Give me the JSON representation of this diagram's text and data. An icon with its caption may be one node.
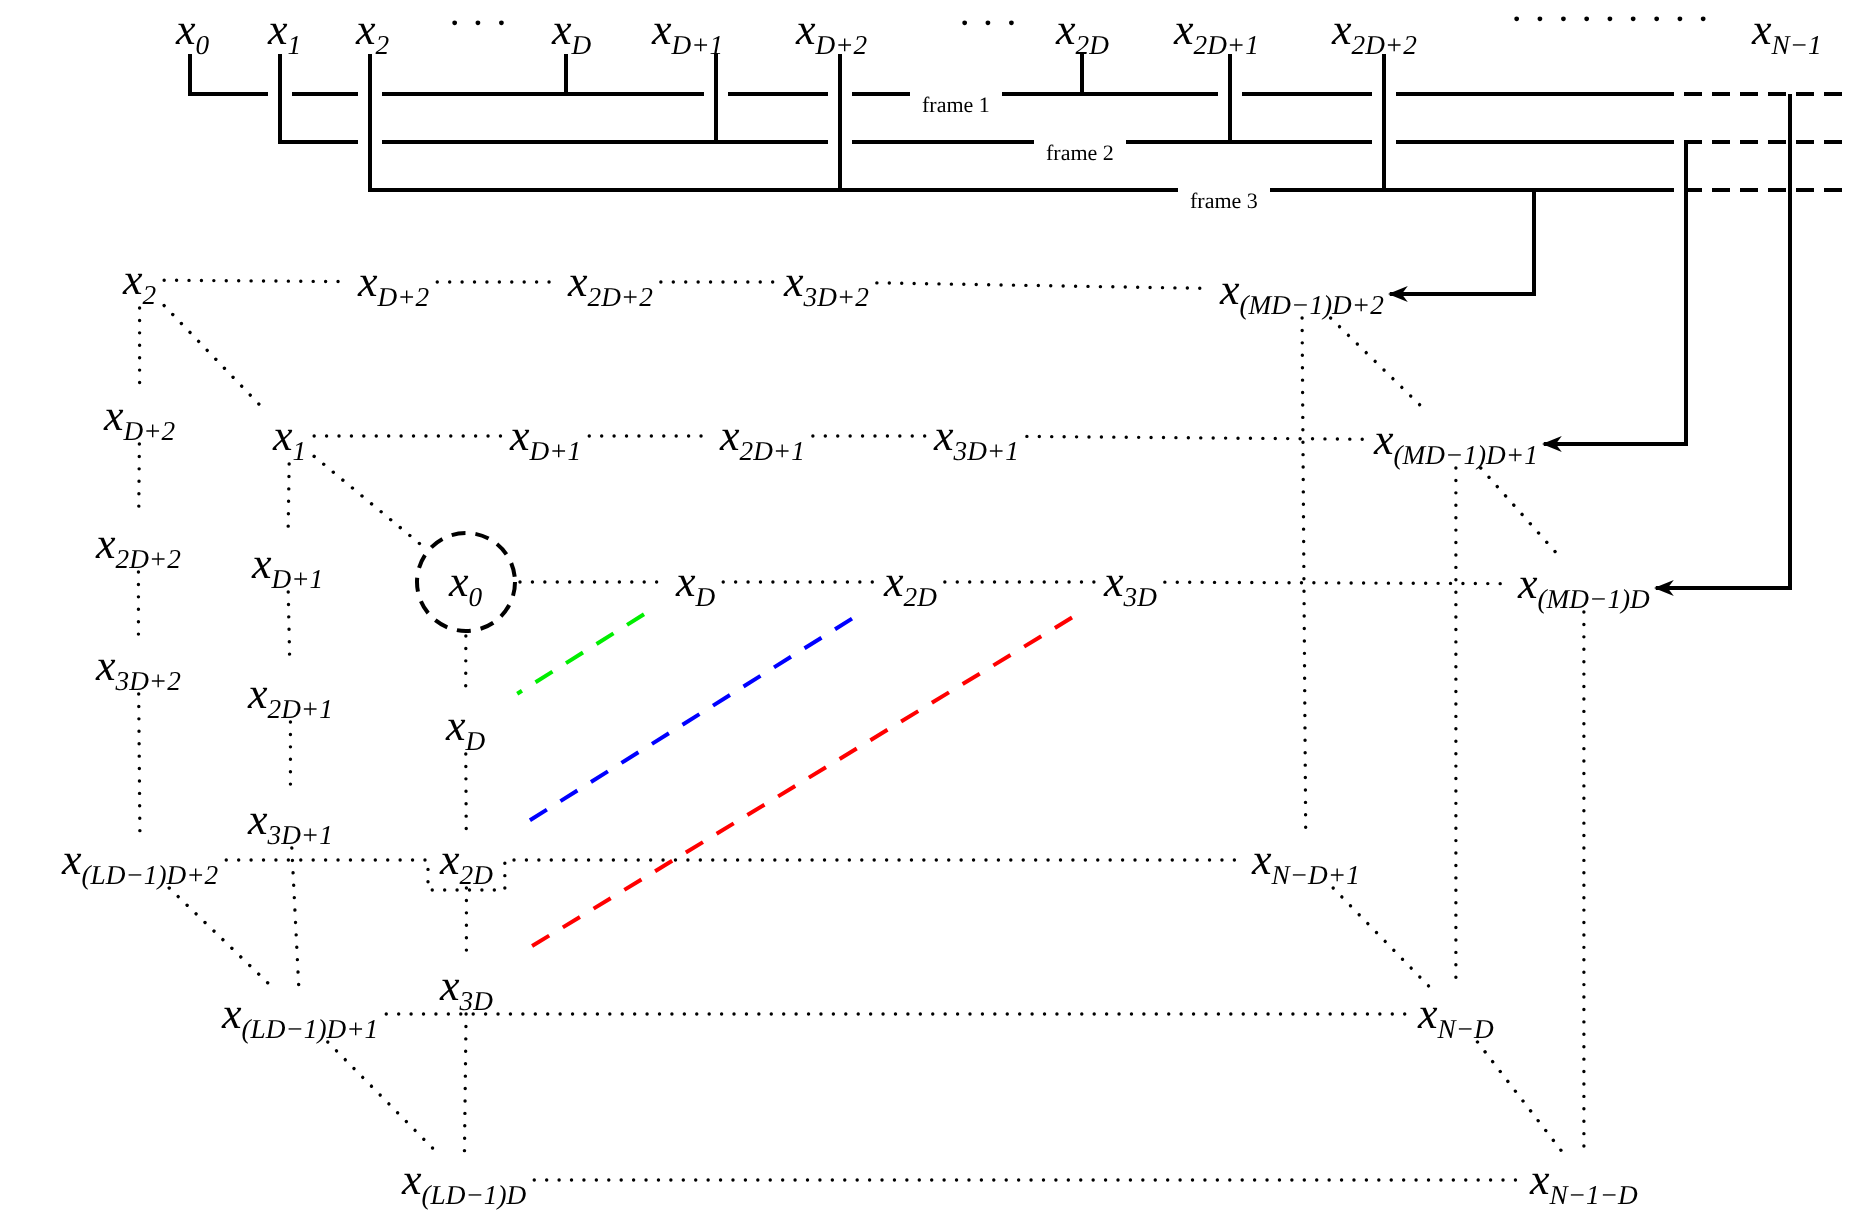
{
  "diagram": {
    "nodes": [
      {
        "text": [
          "x$_{0}$"
        ]
      },
      {
        "text": [
          "x$_{1}$"
        ]
      },
      {
        "text": [
          "x$_{2}$"
        ]
      },
      {
        "text": [
          "x$_{D}$"
        ]
      },
      {
        "text": [
          "x$_{D+1}$"
        ]
      },
      {
        "text": [
          "x$_{D+2}$"
        ]
      },
      {
        "text": [
          "x$_{2D}$"
        ]
      },
      {
        "text": [
          "x$_{2D+1}$"
        ]
      },
      {
        "text": [
          "x$_{2D+2}$"
        ]
      },
      {
        "text": [
          "x$_{N−1}$"
        ]
      },
      {
        "text": [
          "frame 1"
        ]
      },
      {
        "text": [
          "frame 2"
        ]
      },
      {
        "text": [
          "frame 3"
        ]
      },
      {
        "text": [
          "x$_{2}$"
        ]
      },
      {
        "text": [
          "x$_{D+2}$"
        ]
      },
      {
        "text": [
          "x$_{2D+2}$"
        ]
      },
      {
        "text": [
          "x$_{3D+2}$"
        ]
      },
      {
        "text": [
          "x$_{(M}$$_{D}$$_{−1)D+2}$"
        ]
      },
      {
        "text": [
          "x$_{D+2}$"
        ]
      },
      {
        "text": [
          "x$_{1}$"
        ]
      },
      {
        "text": [
          "x$_{D+1}$"
        ]
      },
      {
        "text": [
          "x$_{2D+1}$"
        ]
      },
      {
        "text": [
          "x$_{3D+1}$"
        ]
      },
      {
        "text": [
          "x$_{(M}$$_{D}$$_{−1)D+1}$"
        ]
      },
      {
        "text": [
          "x$_{2D+2}$"
        ]
      },
      {
        "text": [
          "x$_{D+1}$"
        ]
      },
      {
        "text": [
          "x$_{0}$"
        ]
      },
      {
        "text": [
          "x$_{D}$"
        ]
      },
      {
        "text": [
          "x$_{2D}$"
        ]
      },
      {
        "text": [
          "x$_{3D}$"
        ]
      },
      {
        "text": [
          "x$_{(M}$$_{D}$$_{−1)D}$"
        ]
      },
      {
        "text": [
          "x$_{3D+2}$"
        ]
      },
      {
        "text": [
          "x$_{2D+1}$"
        ]
      },
      {
        "text": [
          "x$_{D}$"
        ]
      },
      {
        "text": [
          "x$_{3D+1}$"
        ]
      },
      {
        "text": [
          "x$_{(L}$$_{D}$$_{−1)D+2}$"
        ]
      },
      {
        "text": [
          "x$_{2D}$"
        ]
      },
      {
        "text": [
          "x$_{N−D+1}$"
        ]
      },
      {
        "text": [
          "x$_{3D}$"
        ]
      },
      {
        "text": [
          "x$_{(L}$$_{D}$$_{−1)D+1}$"
        ]
      },
      {
        "text": [
          "x$_{N−D}$"
        ]
      },
      {
        "text": [
          "x$_{(L}$$_{D}$$_{−1)D}$"
        ]
      },
      {
        "text": [
          "x$_{N−1−D}$"
        ]
      }
    ],
    "edges": [
      {
        "from": 0,
        "to": 10,
        "arrow": "none"
      },
      {
        "from": 3,
        "to": 10,
        "arrow": "none"
      },
      {
        "from": 6,
        "to": 10,
        "arrow": "none"
      },
      {
        "from": 1,
        "to": 11,
        "arrow": "none"
      },
      {
        "from": 4,
        "to": 11,
        "arrow": "none"
      },
      {
        "from": 7,
        "to": 11,
        "arrow": "none"
      },
      {
        "from": 2,
        "to": 12,
        "arrow": "none"
      },
      {
        "from": 5,
        "to": 12,
        "arrow": "none"
      },
      {
        "from": 8,
        "to": 12,
        "arrow": "none"
      },
      {
        "from": 12,
        "to": 17,
        "arrow": "to"
      },
      {
        "from": 11,
        "to": 23,
        "arrow": "to"
      },
      {
        "from": 10,
        "to": 30,
        "arrow": "to"
      },
      {
        "from": 13,
        "to": 14,
        "arrow": "none",
        "style": "dashed"
      },
      {
        "from": 14,
        "to": 15,
        "arrow": "none",
        "style": "dashed"
      },
      {
        "from": 15,
        "to": 16,
        "arrow": "none",
        "style": "dashed"
      },
      {
        "from": 16,
        "to": 17,
        "arrow": "none",
        "style": "dashed"
      },
      {
        "from": 13,
        "to": 18,
        "arrow": "none",
        "style": "dashed"
      },
      {
        "from": 18,
        "to": 24,
        "arrow": "none",
        "style": "dashed"
      },
      {
        "from": 24,
        "to": 31,
        "arrow": "none",
        "style": "dashed"
      },
      {
        "from": 31,
        "to": 35,
        "arrow": "none",
        "style": "dashed"
      },
      {
        "from": 13,
        "to": 19,
        "arrow": "none",
        "style": "dashed"
      },
      {
        "from": 19,
        "to": 26,
        "arrow": "none",
        "style": "dashed"
      },
      {
        "from": 17,
        "to": 23,
        "arrow": "none",
        "style": "dashed"
      },
      {
        "from": 23,
        "to": 30,
        "arrow": "none",
        "style": "dashed"
      },
      {
        "from": 35,
        "to": 39,
        "arrow": "none",
        "style": "dashed"
      },
      {
        "from": 39,
        "to": 41,
        "arrow": "none",
        "style": "dashed"
      },
      {
        "from": 37,
        "to": 40,
        "arrow": "none",
        "style": "dashed"
      },
      {
        "from": 40,
        "to": 42,
        "arrow": "none",
        "style": "dashed"
      },
      {
        "from": 19,
        "to": 20,
        "arrow": "none",
        "style": "dashed"
      },
      {
        "from": 20,
        "to": 21,
        "arrow": "none",
        "style": "dashed"
      },
      {
        "from": 21,
        "to": 22,
        "arrow": "none",
        "style": "dashed"
      },
      {
        "from": 22,
        "to": 23,
        "arrow": "none",
        "style": "dashed"
      },
      {
        "from": 19,
        "to": 25,
        "arrow": "none",
        "style": "dashed"
      },
      {
        "from": 25,
        "to": 32,
        "arrow": "none",
        "style": "dashed"
      },
      {
        "from": 32,
        "to": 34,
        "arrow": "none",
        "style": "dashed"
      },
      {
        "from": 34,
        "to": 39,
        "arrow": "none",
        "style": "dashed"
      },
      {
        "from": 26,
        "to": 27,
        "arrow": "none",
        "style": "dashed"
      },
      {
        "from": 27,
        "to": 28,
        "arrow": "none",
        "style": "dashed"
      },
      {
        "from": 28,
        "to": 29,
        "arrow": "none",
        "style": "dashed"
      },
      {
        "from": 29,
        "to": 30,
        "arrow": "none",
        "style": "dashed"
      },
      {
        "from": 26,
        "to": 33,
        "arrow": "none",
        "style": "dashed"
      },
      {
        "from": 33,
        "to": 36,
        "arrow": "none",
        "style": "dashed"
      },
      {
        "from": 36,
        "to": 38,
        "arrow": "none",
        "style": "dashed"
      },
      {
        "from": 38,
        "to": 41,
        "arrow": "none",
        "style": "dashed"
      },
      {
        "from": 35,
        "to": 37,
        "arrow": "none",
        "style": "dashed"
      },
      {
        "from": 17,
        "to": 37,
        "arrow": "none",
        "style": "dashed"
      },
      {
        "from": 39,
        "to": 40,
        "arrow": "none",
        "style": "dashed"
      },
      {
        "from": 23,
        "to": 40,
        "arrow": "none",
        "style": "dashed"
      },
      {
        "from": 41,
        "to": 42,
        "arrow": "none",
        "style": "dashed"
      },
      {
        "from": 30,
        "to": 42,
        "arrow": "none",
        "style": "dashed"
      },
      {
        "from": 27,
        "to": 33,
        "arrow": "none",
        "style": "dashed",
        "color": "#00ee00"
      },
      {
        "from": 28,
        "to": 36,
        "arrow": "none",
        "style": "dashed",
        "color": "#0000ff"
      },
      {
        "from": 29,
        "to": 38,
        "arrow": "none",
        "style": "dashed",
        "color": "#ff0000"
      }
    ],
    "labels": [
      "· · ·",
      "· · ·",
      "· · · · · · · · ·"
    ]
  }
}
